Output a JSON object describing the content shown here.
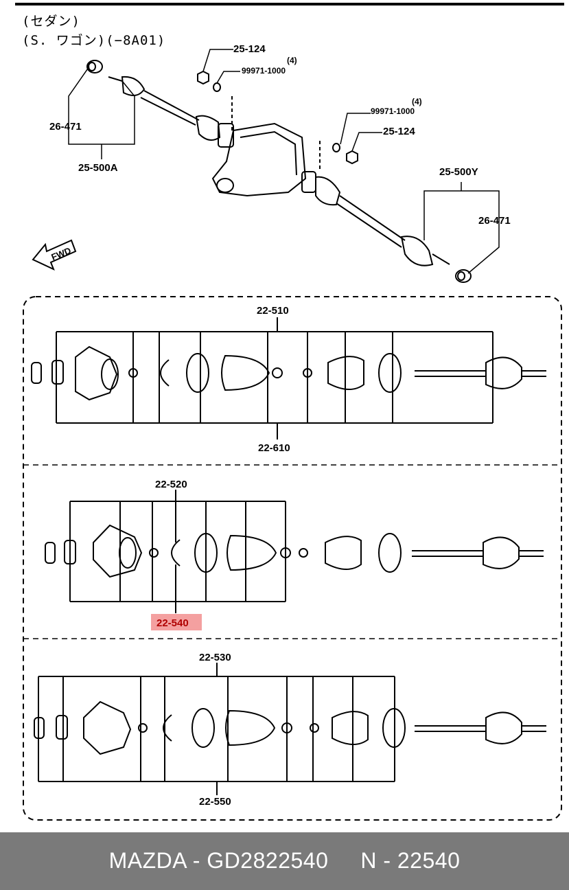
{
  "header": {
    "line1": "(セダン)",
    "line2": "(S. ワゴン)(−8A01)"
  },
  "top_labels": {
    "nut_left": "25-124",
    "washer_left_qty": "(4)",
    "washer_left": "99971-1000",
    "washer_right_qty": "(4)",
    "washer_right": "99971-1000",
    "nut_right": "25-124",
    "cap_left": "26-471",
    "shaft_left": "25-500A",
    "shaft_right": "25-500Y",
    "cap_right": "26-471",
    "fwd": "FWD"
  },
  "section1": {
    "label_top": "22-510",
    "label_bottom": "22-610"
  },
  "section2": {
    "label_top": "22-520",
    "label_bottom": "22-540"
  },
  "section3": {
    "label_top": "22-530",
    "label_bottom": "22-550"
  },
  "highlight_color": "#f4a0a0",
  "footer": {
    "text": "MAZDA - GD2822540     N - 22540",
    "bg_color": "#7a7a7a"
  }
}
